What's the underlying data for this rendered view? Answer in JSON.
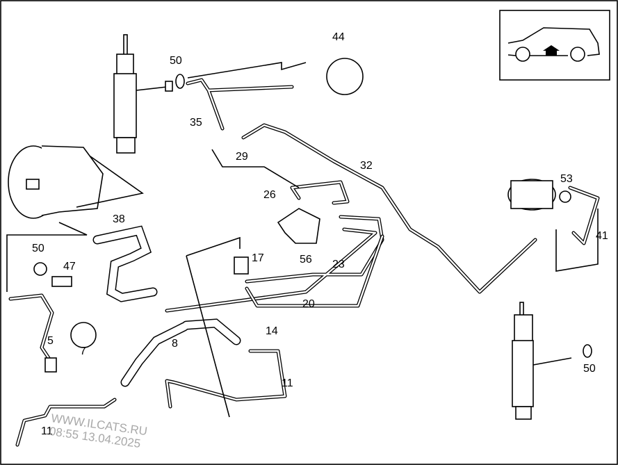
{
  "diagram": {
    "callouts": [
      {
        "id": "c50a",
        "text": "50"
      },
      {
        "id": "c44",
        "text": "44"
      },
      {
        "id": "c35",
        "text": "35"
      },
      {
        "id": "c29",
        "text": "29"
      },
      {
        "id": "c32",
        "text": "32"
      },
      {
        "id": "c26",
        "text": "26"
      },
      {
        "id": "c53",
        "text": "53"
      },
      {
        "id": "c41",
        "text": "41"
      },
      {
        "id": "c38",
        "text": "38"
      },
      {
        "id": "c56",
        "text": "56"
      },
      {
        "id": "c23",
        "text": "23"
      },
      {
        "id": "c17",
        "text": "17"
      },
      {
        "id": "c50b",
        "text": "50"
      },
      {
        "id": "c47",
        "text": "47"
      },
      {
        "id": "c20",
        "text": "20"
      },
      {
        "id": "c14",
        "text": "14"
      },
      {
        "id": "c8",
        "text": "8"
      },
      {
        "id": "c5",
        "text": "5"
      },
      {
        "id": "c7",
        "text": "7"
      },
      {
        "id": "c11a",
        "text": "11"
      },
      {
        "id": "c50c",
        "text": "50"
      },
      {
        "id": "c11b",
        "text": "11"
      }
    ],
    "inset_icon": "car-front-axle-arrow-icon"
  },
  "watermark": {
    "site": "WWW.ILCATS.RU",
    "timestamp": "08:55 13.04.2025"
  }
}
